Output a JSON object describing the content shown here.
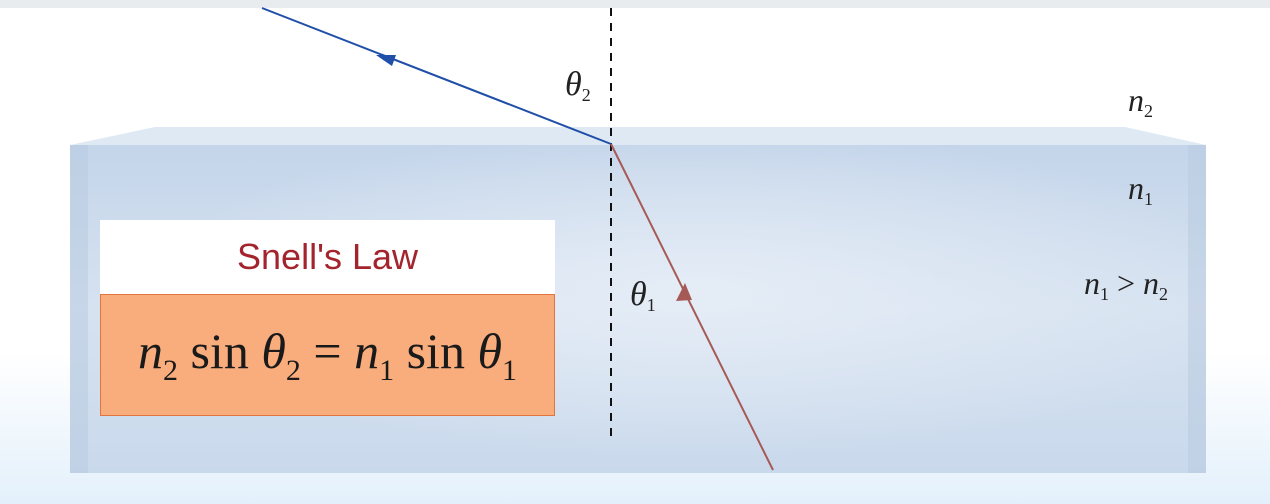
{
  "formula": {
    "title": "Snell's Law",
    "lhs_n": "n",
    "lhs_n_sub": "2",
    "lhs_sin": "sin",
    "lhs_theta": "θ",
    "lhs_theta_sub": "2",
    "equals": "=",
    "rhs_n": "n",
    "rhs_n_sub": "1",
    "rhs_sin": "sin",
    "rhs_theta": "θ",
    "rhs_theta_sub": "1"
  },
  "labels": {
    "theta2": {
      "sym": "θ",
      "sub": "2"
    },
    "theta1": {
      "sym": "θ",
      "sub": "1"
    },
    "n2": {
      "sym": "n",
      "sub": "2"
    },
    "n1": {
      "sym": "n",
      "sub": "1"
    },
    "condition": {
      "a": "n",
      "a_sub": "1",
      "op": ">",
      "b": "n",
      "b_sub": "2"
    }
  },
  "colors": {
    "refracted_ray": "#1f4fa8",
    "incident_ray": "#a65a56",
    "title_text": "#a3242c",
    "formula_fill": "#f9ac7c",
    "glass": "#c5d6ea"
  }
}
